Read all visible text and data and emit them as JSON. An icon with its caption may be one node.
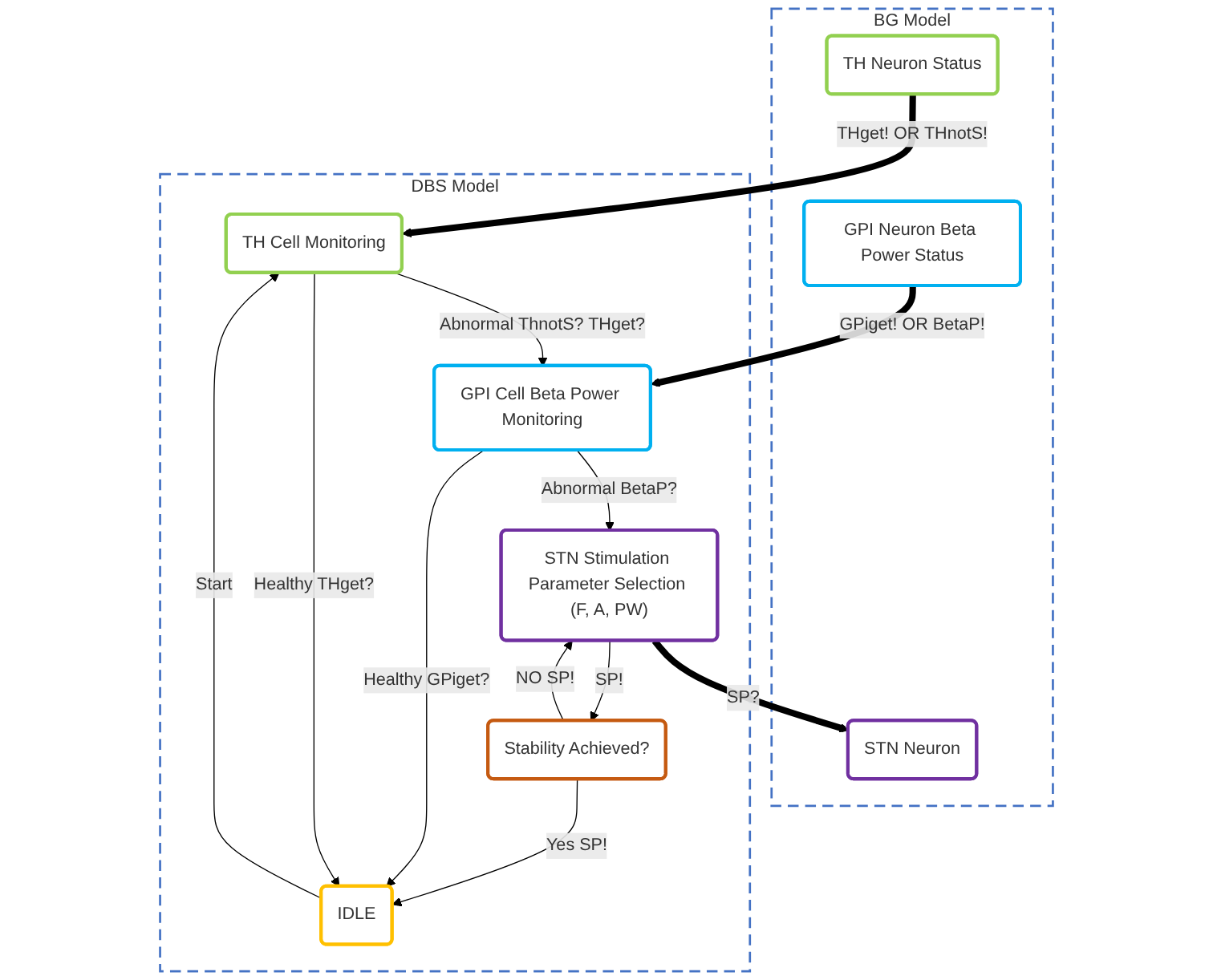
{
  "diagram": {
    "nodes": [
      {
        "text": [
          "BG Model"
        ]
      },
      {
        "text": [
          "TH Neuron Status"
        ],
        "in": 0
      },
      {
        "text": [
          "GPI Neuron Beta Power Status"
        ],
        "in": 0
      },
      {
        "text": [
          "STN Neuron"
        ],
        "in": 0
      },
      {
        "text": [
          "DBS Model"
        ]
      },
      {
        "text": [
          "TH Cell Monitoring"
        ],
        "in": 4
      },
      {
        "text": [
          "GPI Cell Beta Power Monitoring"
        ],
        "in": 4
      },
      {
        "text": [
          "STN Stimulation Parameter Selection (F, A, PW)"
        ],
        "in": 4
      },
      {
        "text": [
          "IDLE"
        ],
        "in": 4
      },
      {
        "text": [
          "Stability Achieved?"
        ],
        "in": 4
      }
    ],
    "edges": [
      {
        "from": 1,
        "to": 5,
        "arrow": "to",
        "label": "THget! OR THnotS!",
        "style": "thick"
      },
      {
        "from": 2,
        "to": 6,
        "arrow": "to",
        "label": "GPiget! OR BetaP!",
        "style": "thick"
      },
      {
        "from": 7,
        "to": 3,
        "arrow": "to",
        "label": "SP?",
        "style": "thick"
      },
      {
        "from": 5,
        "to": 6,
        "arrow": "to",
        "label": "Abnormal ThnotS? THget?"
      },
      {
        "from": 6,
        "to": 7,
        "arrow": "to",
        "label": "Abnormal BetaP?"
      },
      {
        "from": 6,
        "to": 8,
        "arrow": "to",
        "label": "Healthy GPiget?"
      },
      {
        "from": 8,
        "to": 5,
        "arrow": "to",
        "label": "Start"
      },
      {
        "from": 5,
        "to": 8,
        "arrow": "to",
        "label": "Healthy THget?"
      },
      {
        "from": 9,
        "to": 7,
        "arrow": "to",
        "label": "NO SP!"
      },
      {
        "from": 7,
        "to": 9,
        "arrow": "to",
        "label": "SP!"
      },
      {
        "from": 9,
        "to": 8,
        "arrow": "to",
        "label": "Yes SP!"
      }
    ]
  }
}
